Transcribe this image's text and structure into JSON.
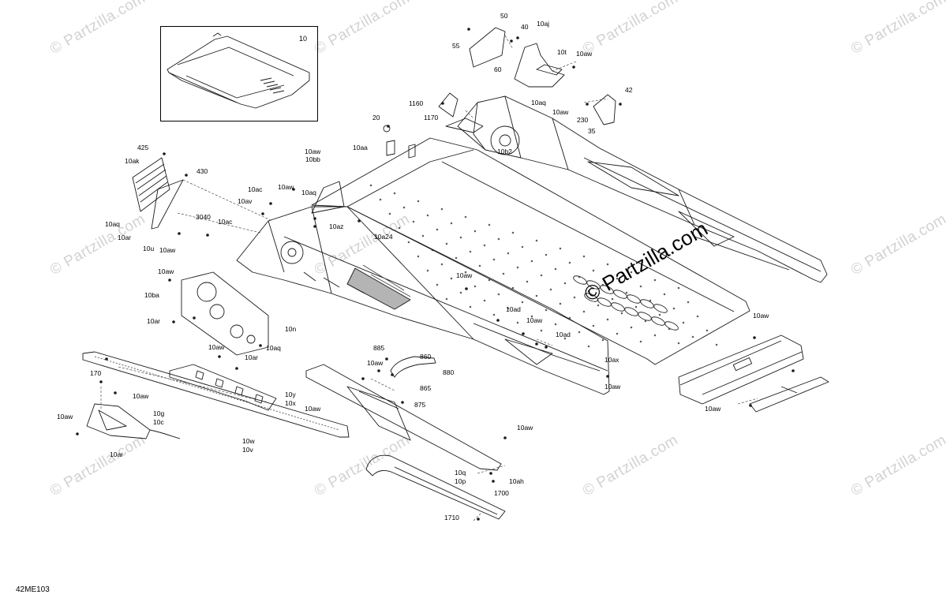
{
  "diagram_code": "42ME103",
  "inset_label": "10",
  "watermark": {
    "text": "© Partzilla.com",
    "center_text": "© Partzilla.com"
  },
  "part_labels": [
    "50",
    "55",
    "40",
    "10aj",
    "60",
    "10t",
    "10aw",
    "42",
    "1160",
    "10aq",
    "10aw",
    "230",
    "1170",
    "10b2",
    "35",
    "20",
    "425",
    "10ak",
    "430",
    "10aw",
    "10aa",
    "10bb",
    "10ac",
    "10aw",
    "10aq",
    "10av",
    "3040",
    "10ac",
    "10az",
    "10a24",
    "10aq",
    "10ar",
    "10u",
    "10aw",
    "10aw",
    "10ba",
    "10ar",
    "10n",
    "10aw",
    "10aq",
    "10ad",
    "10aw",
    "10ad",
    "10aw",
    "10aw",
    "10ar",
    "885",
    "10aw",
    "860",
    "865",
    "880",
    "875",
    "10ax",
    "10aw",
    "170",
    "10aw",
    "10y",
    "10x",
    "10aw",
    "10g",
    "10c",
    "10ar",
    "10aw",
    "10w",
    "10v",
    "10aw",
    "10q",
    "10p",
    "10ah",
    "1700",
    "1710",
    "10aw"
  ],
  "colors": {
    "line": "#1a1a1a",
    "hatch": "#555555",
    "watermark": "#d2d2d2",
    "background": "#ffffff"
  }
}
